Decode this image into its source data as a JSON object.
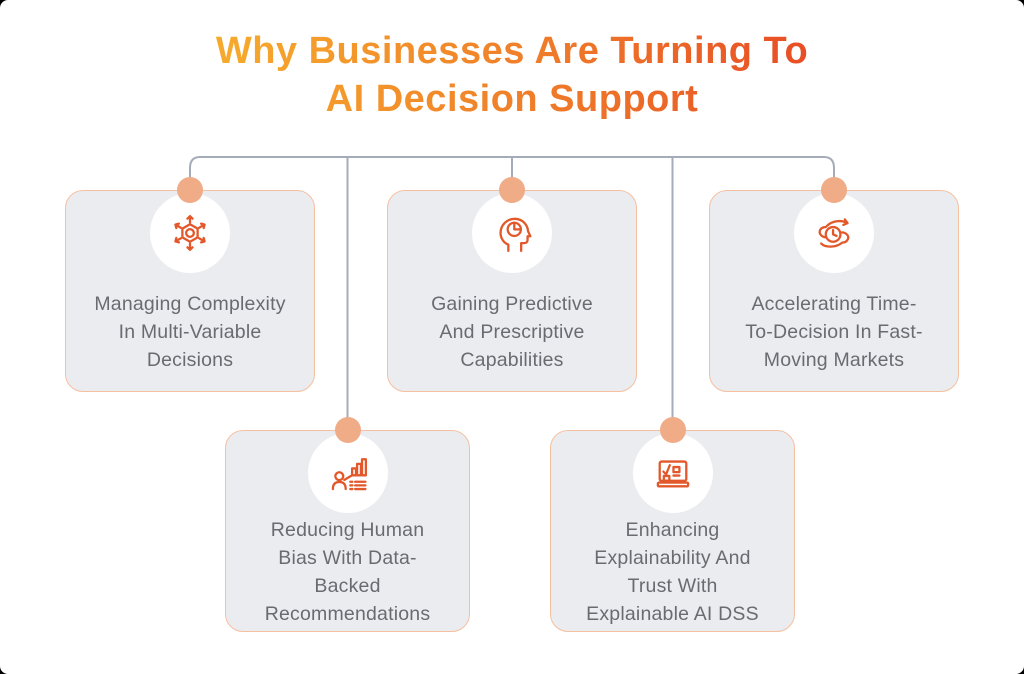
{
  "page": {
    "title_line1": "Why Businesses Are Turning To",
    "title_line2": "AI Decision Support"
  },
  "colors": {
    "title_gradient_start": "#f6ab2d",
    "title_gradient_end": "#e84e26",
    "card_background": "#ebecf0",
    "card_border": "#f5c0a0",
    "connector_line": "#a6abb9",
    "connector_dot": "#f0ab87",
    "icon_stroke": "#e2582a",
    "card_text": "#6a6b70",
    "page_background": "#ffffff"
  },
  "cards": [
    {
      "id": "managing-complexity",
      "icon": "complexity-hub-icon",
      "text": "Managing Complexity In Multi-Variable Decisions"
    },
    {
      "id": "predictive-capabilities",
      "icon": "predictive-head-icon",
      "text": "Gaining Predictive And Prescriptive Capabilities"
    },
    {
      "id": "time-to-decision",
      "icon": "time-clock-icon",
      "text": "Accelerating Time-To-Decision In Fast-Moving Markets"
    },
    {
      "id": "reducing-human-bias",
      "icon": "person-chart-icon",
      "text": "Reducing Human Bias With Data-Backed Recommendations"
    },
    {
      "id": "explainability-trust",
      "icon": "explainable-board-icon",
      "text": "Enhancing Explainability And Trust With Explainable AI DSS"
    }
  ]
}
